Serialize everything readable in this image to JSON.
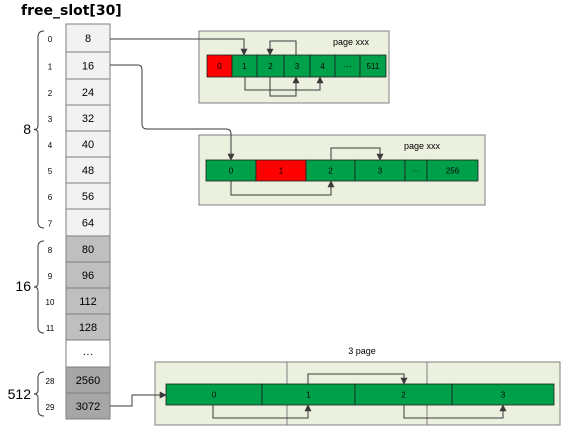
{
  "title": "free_slot[30]",
  "slots": [
    {
      "index": "0",
      "value": "8",
      "shade": "light"
    },
    {
      "index": "1",
      "value": "16",
      "shade": "light"
    },
    {
      "index": "2",
      "value": "24",
      "shade": "light"
    },
    {
      "index": "3",
      "value": "32",
      "shade": "light"
    },
    {
      "index": "4",
      "value": "40",
      "shade": "light"
    },
    {
      "index": "5",
      "value": "48",
      "shade": "light"
    },
    {
      "index": "6",
      "value": "56",
      "shade": "light"
    },
    {
      "index": "7",
      "value": "64",
      "shade": "light"
    },
    {
      "index": "8",
      "value": "80",
      "shade": "mid"
    },
    {
      "index": "9",
      "value": "96",
      "shade": "mid"
    },
    {
      "index": "10",
      "value": "112",
      "shade": "mid"
    },
    {
      "index": "11",
      "value": "128",
      "shade": "mid"
    },
    {
      "index": "",
      "value": "···",
      "shade": "white"
    },
    {
      "index": "28",
      "value": "2560",
      "shade": "dark"
    },
    {
      "index": "29",
      "value": "3072",
      "shade": "dark"
    }
  ],
  "groups": [
    {
      "label": "8"
    },
    {
      "label": "16"
    },
    {
      "label": "512"
    }
  ],
  "pages": [
    {
      "label": "page xxx",
      "cells": [
        {
          "text": "0",
          "state": "used"
        },
        {
          "text": "1",
          "state": "free"
        },
        {
          "text": "2",
          "state": "free"
        },
        {
          "text": "3",
          "state": "free"
        },
        {
          "text": "4",
          "state": "free"
        },
        {
          "text": "···",
          "state": "free"
        },
        {
          "text": "511",
          "state": "free"
        }
      ]
    },
    {
      "label": "page xxx",
      "cells": [
        {
          "text": "0",
          "state": "free"
        },
        {
          "text": "1",
          "state": "used"
        },
        {
          "text": "2",
          "state": "free"
        },
        {
          "text": "3",
          "state": "free"
        },
        {
          "text": "···",
          "state": "free"
        },
        {
          "text": "256",
          "state": "free"
        }
      ]
    },
    {
      "label": "3 page",
      "cells": [
        {
          "text": "0",
          "state": "free"
        },
        {
          "text": "1",
          "state": "free"
        },
        {
          "text": "2",
          "state": "free"
        },
        {
          "text": "3",
          "state": "free"
        }
      ]
    }
  ],
  "colors": {
    "free": "#00a04a",
    "used": "#ff0000",
    "panel": "#ebf1de",
    "slot_light": "#f2f2f2",
    "slot_mid": "#bfbfbf",
    "slot_dark": "#a6a6a6"
  }
}
